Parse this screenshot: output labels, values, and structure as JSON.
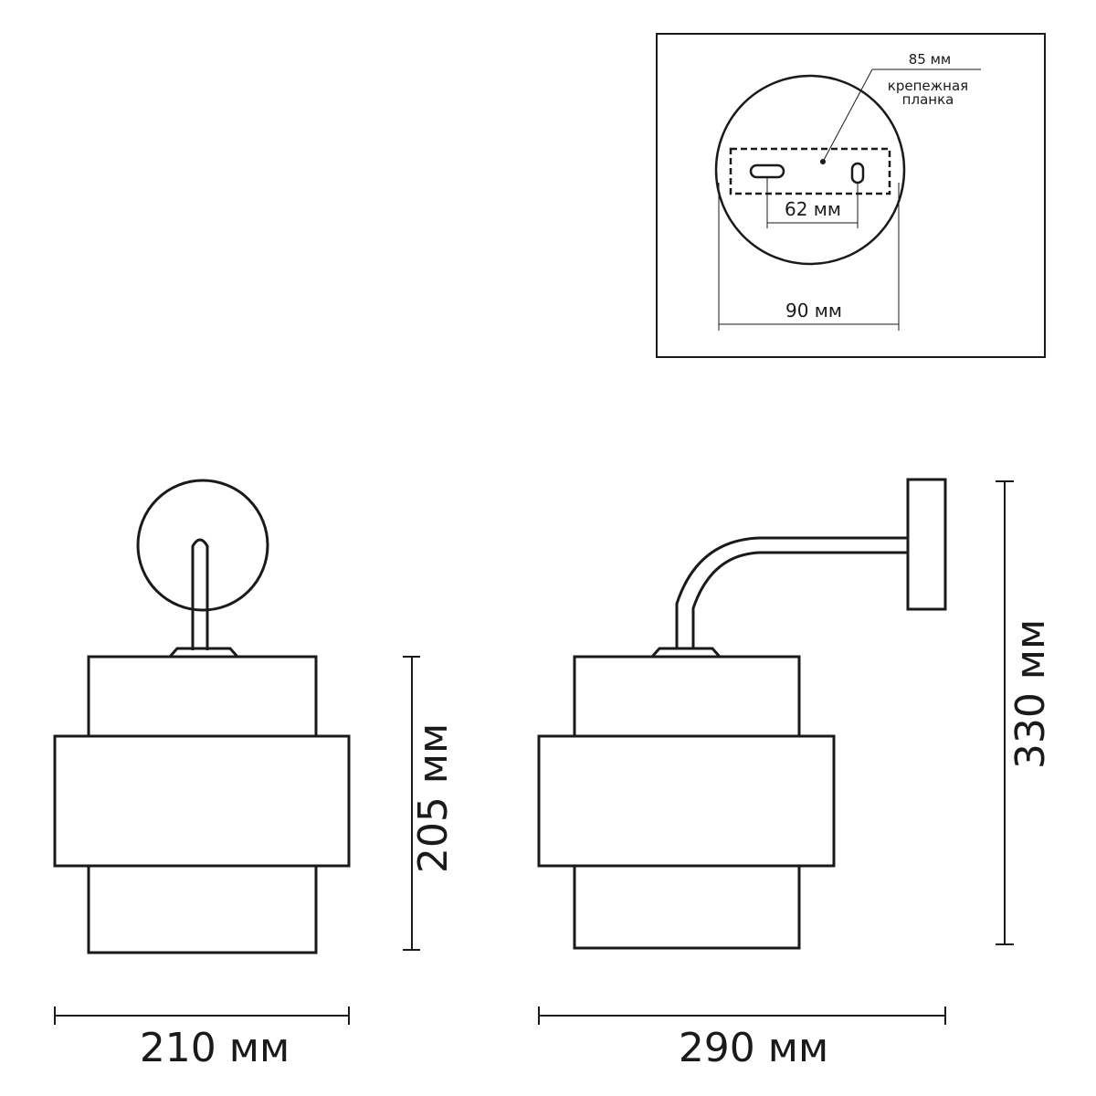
{
  "inset": {
    "plate_depth_label": "85 мм",
    "plate_name_line1": "крепежная",
    "plate_name_line2": "планка",
    "hole_spacing_label": "62 мм",
    "base_diameter_label": "90 мм"
  },
  "front_view": {
    "width_label": "210 мм",
    "height_label": "205 мм"
  },
  "side_view": {
    "depth_label": "290 мм",
    "total_height_label": "330 мм"
  },
  "colors": {
    "line": "#1a1a1a",
    "background": "#ffffff"
  }
}
